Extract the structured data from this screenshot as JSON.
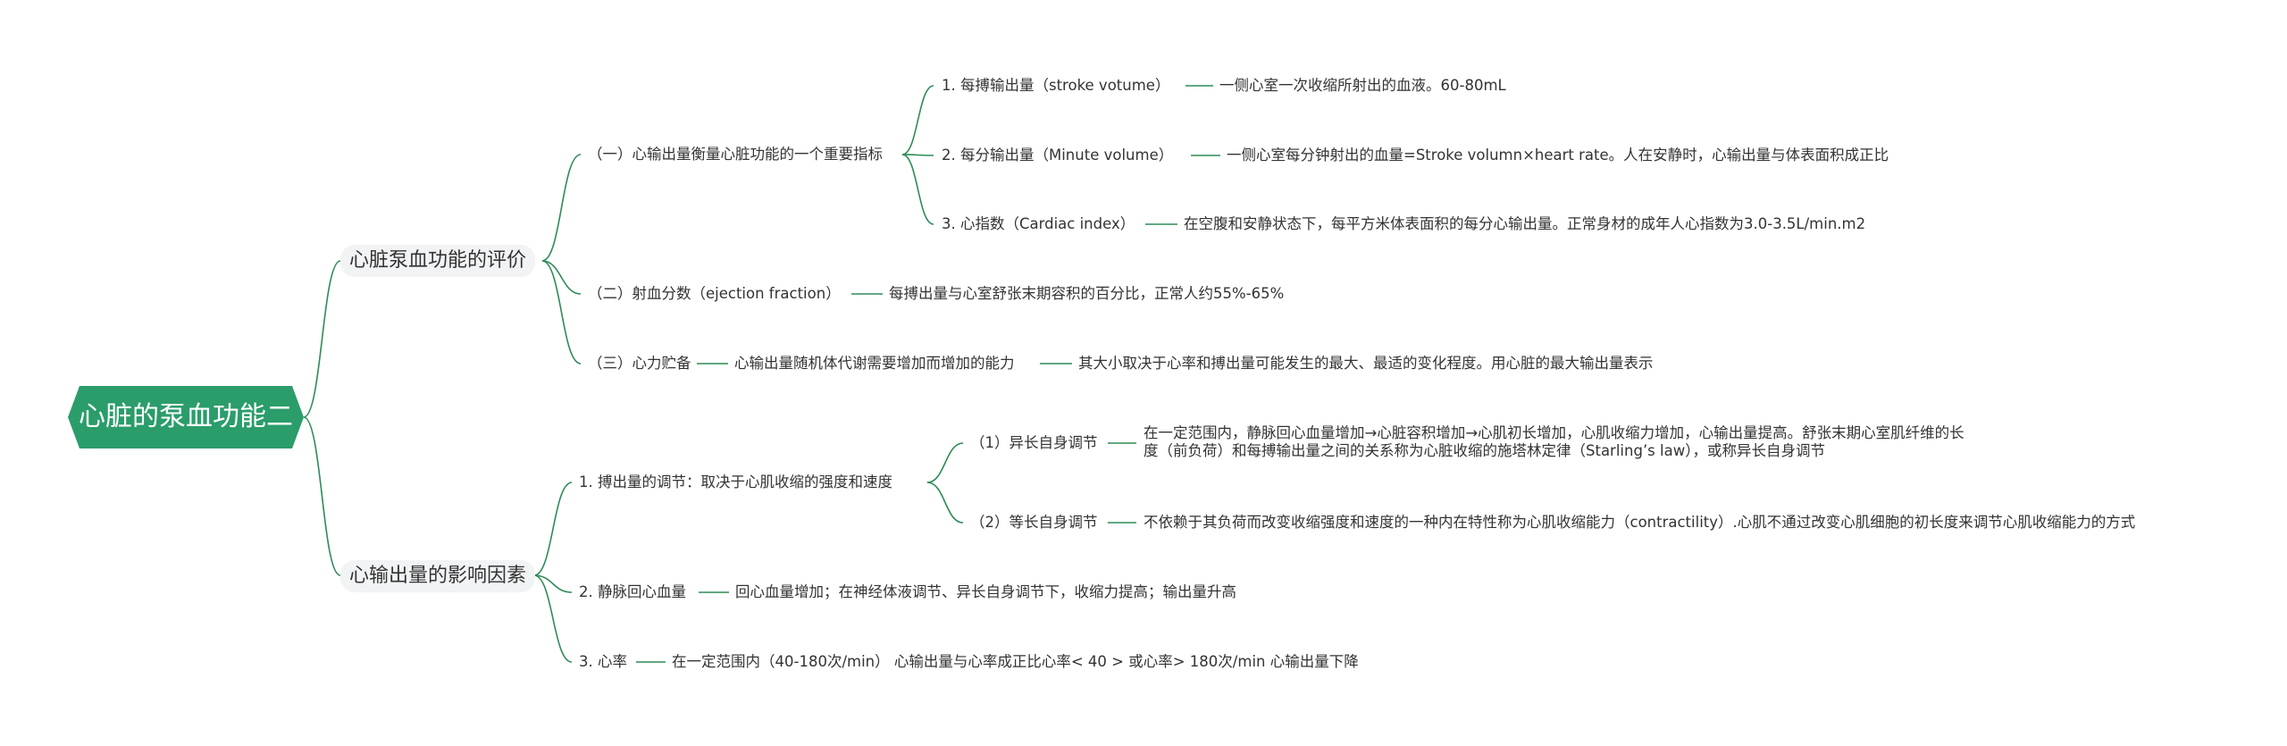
{
  "root": {
    "label": "心脏的泵血功能二"
  },
  "branches": {
    "evaluation": {
      "label": "心脏泵血功能的评价",
      "cardiac_output": {
        "label": "（一）心输出量衡量心脏功能的一个重要指标",
        "stroke_volume": {
          "label": "1. 每搏输出量（stroke votume）",
          "note": "一侧心室一次收缩所射出的血液。60-80mL"
        },
        "minute_volume": {
          "label": "2. 每分输出量（Minute volume）",
          "note": "一侧心室每分钟射出的血量=Stroke volumn×heart rate。人在安静时，心输出量与体表面积成正比"
        },
        "cardiac_index": {
          "label": "3. 心指数（Cardiac index）",
          "note": "在空腹和安静状态下，每平方米体表面积的每分心输出量。正常身材的成年人心指数为3.0-3.5L/min.m2"
        }
      },
      "ejection_fraction": {
        "label": "（二）射血分数（ejection fraction）",
        "note": "每搏出量与心室舒张末期容积的百分比，正常人约55%-65%"
      },
      "reserve": {
        "label": "（三）心力贮备",
        "note": "心输出量随机体代谢需要增加而增加的能力",
        "note2": "其大小取决于心率和搏出量可能发生的最大、最适的变化程度。用心脏的最大输出量表示"
      }
    },
    "factors": {
      "label": "心输出量的影响因素",
      "stroke_regulation": {
        "label": "1. 搏出量的调节：取决于心肌收缩的强度和速度",
        "heterometric": {
          "label": "（1）异长自身调节",
          "note": "在一定范围内，静脉回心血量增加→心脏容积增加→心肌初长增加，心肌收缩力增加，心输出量提高。舒张末期心室肌纤维的长度（前负荷）和每搏输出量之间的关系称为心脏收缩的施塔林定律（Starling’s law），或称异长自身调节"
        },
        "homometric": {
          "label": "（2）等长自身调节",
          "note": "不依赖于其负荷而改变收缩强度和速度的一种内在特性称为心肌收缩能力（contractility）.心肌不通过改变心肌细胞的初长度来调节心肌收缩能力的方式"
        }
      },
      "venous_return": {
        "label": "2. 静脉回心血量",
        "note": "回心血量增加；在神经体液调节、异长自身调节下，收缩力提高；输出量升高"
      },
      "heart_rate": {
        "label": "3. 心率",
        "note": "在一定范围内（40-180次/min） 心输出量与心率成正比心率< 40 > 或心率> 180次/min 心输出量下降"
      }
    }
  },
  "colors": {
    "root": "#2a9d6a",
    "link": "#2e8b57",
    "branch_bg": "#f2f3f5",
    "text": "#333333"
  }
}
